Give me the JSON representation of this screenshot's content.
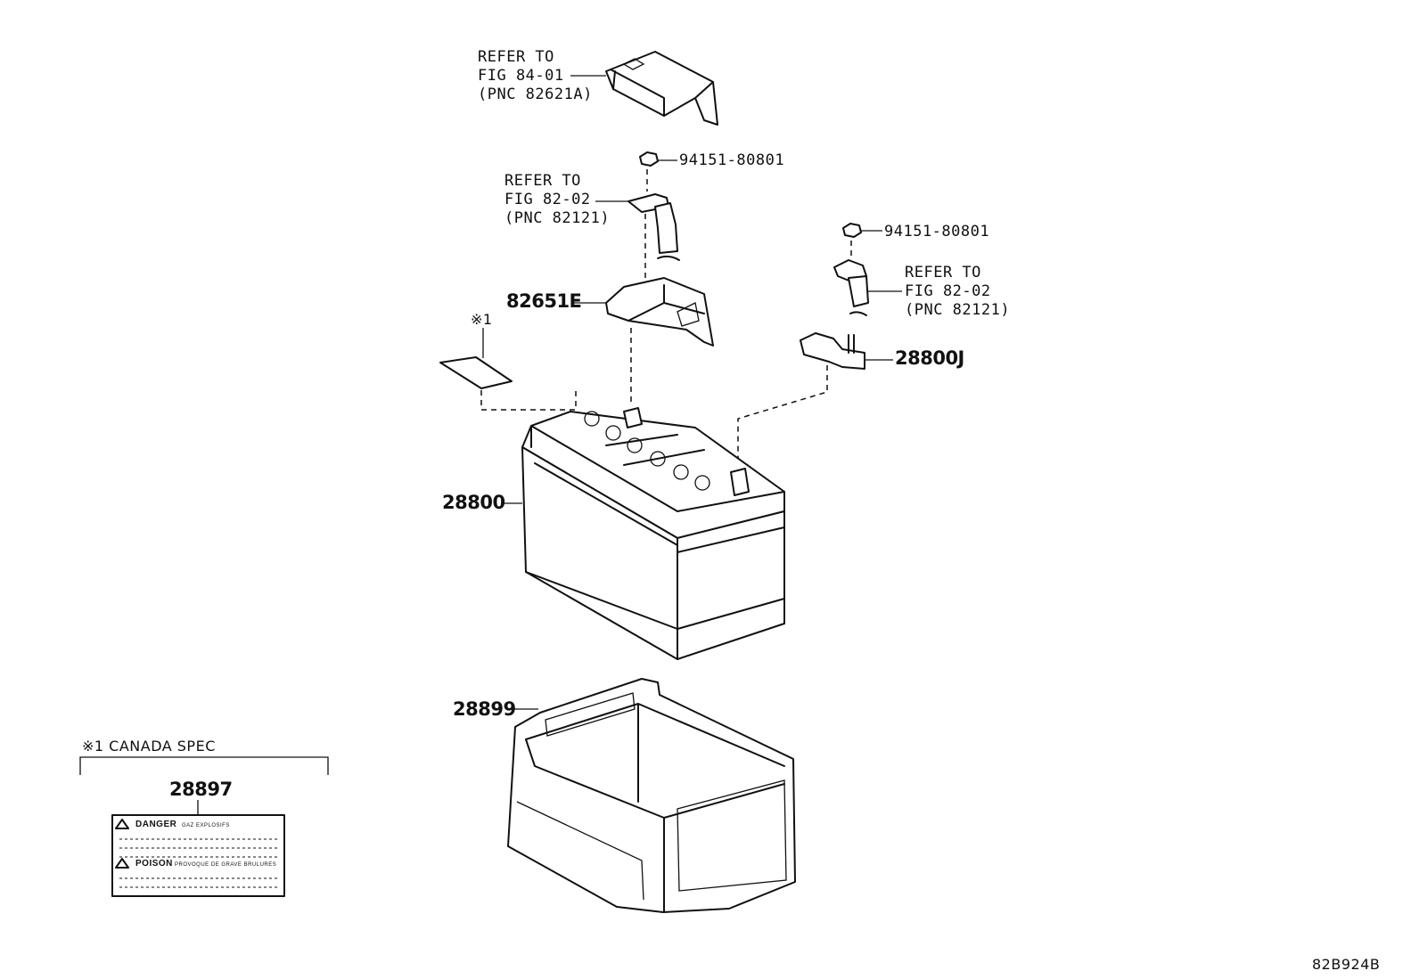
{
  "callouts": {
    "upper_cover_ref": "REFER TO\nFIG 84-01\n(PNC 82621A)",
    "nut_upper": "94151-80801",
    "terminal_ref_left": "REFER TO\nFIG 82-02\n(PNC 82121)",
    "nut_right": "94151-80801",
    "terminal_ref_right": "REFER TO\nFIG 82-02\n(PNC 82121)",
    "cover_82651e": "82651E",
    "note_mark": "※1",
    "clamp_28800j": "28800J",
    "battery_28800": "28800",
    "tray_28899": "28899",
    "canada_spec": "※1 CANADA SPEC",
    "label_28897": "28897",
    "diagram_code": "82B924B"
  },
  "warning_label": {
    "danger_word": "DANGER",
    "danger_sub": "GAZ EXPLOSIFS",
    "poison_word": "POISON",
    "poison_sub": "PROVOQUE DE GRAVE BRULURES"
  }
}
